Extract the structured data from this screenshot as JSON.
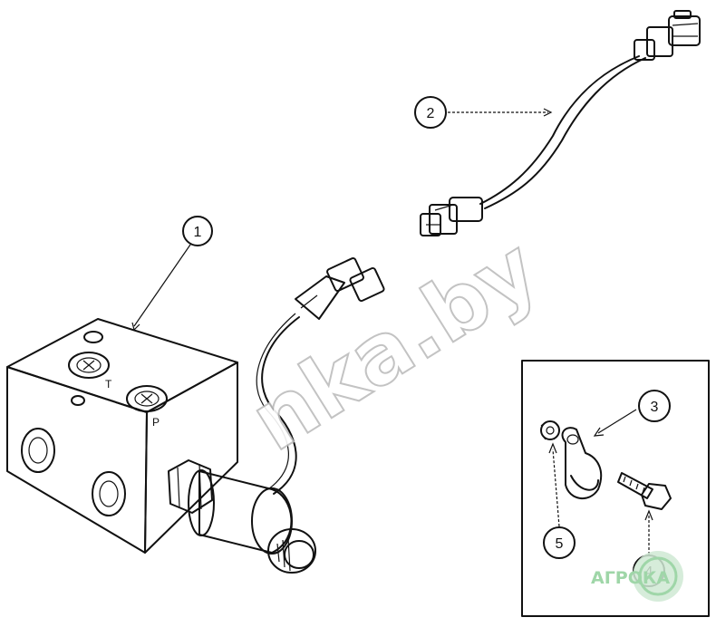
{
  "callouts": [
    {
      "id": "callout-1",
      "label": "1"
    },
    {
      "id": "callout-2",
      "label": "2"
    },
    {
      "id": "callout-3",
      "label": "3"
    },
    {
      "id": "callout-4",
      "label": "4"
    },
    {
      "id": "callout-5",
      "label": "5"
    }
  ],
  "ports": {
    "t": "T",
    "p": "P"
  },
  "watermark": "nka.by",
  "logo": "АГРОКА"
}
